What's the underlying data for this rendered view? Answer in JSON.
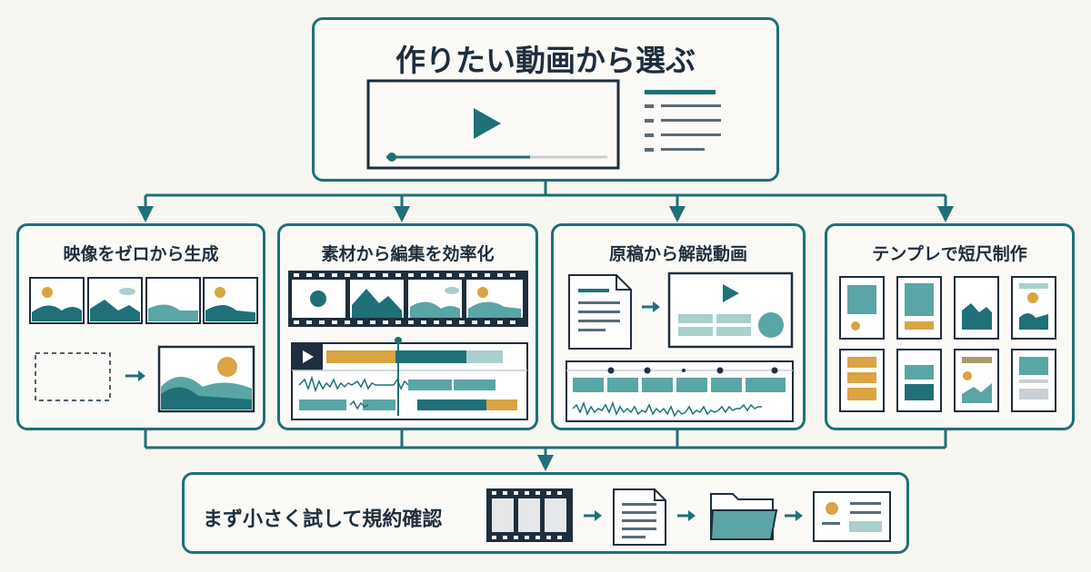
{
  "top": {
    "title": "作りたい動画から選ぶ"
  },
  "cards": [
    {
      "title": "映像をゼロから生成"
    },
    {
      "title": "素材から編集を効率化"
    },
    {
      "title": "原稿から解説動画"
    },
    {
      "title": "テンプレで短尺制作"
    }
  ],
  "bottom": {
    "title": "まず小さく試して規約確認"
  },
  "colors": {
    "teal": "#1f7077",
    "teal_light": "#5aa5a5",
    "teal_pale": "#a9cfcf",
    "gold": "#d9a441",
    "navy": "#1e2e3e",
    "bg": "#f8f6f0"
  },
  "icons": [
    "play-icon",
    "film-strip-icon",
    "document-icon",
    "folder-icon",
    "profile-card-icon",
    "arrow-right-icon",
    "timeline-icon",
    "waveform-icon"
  ]
}
